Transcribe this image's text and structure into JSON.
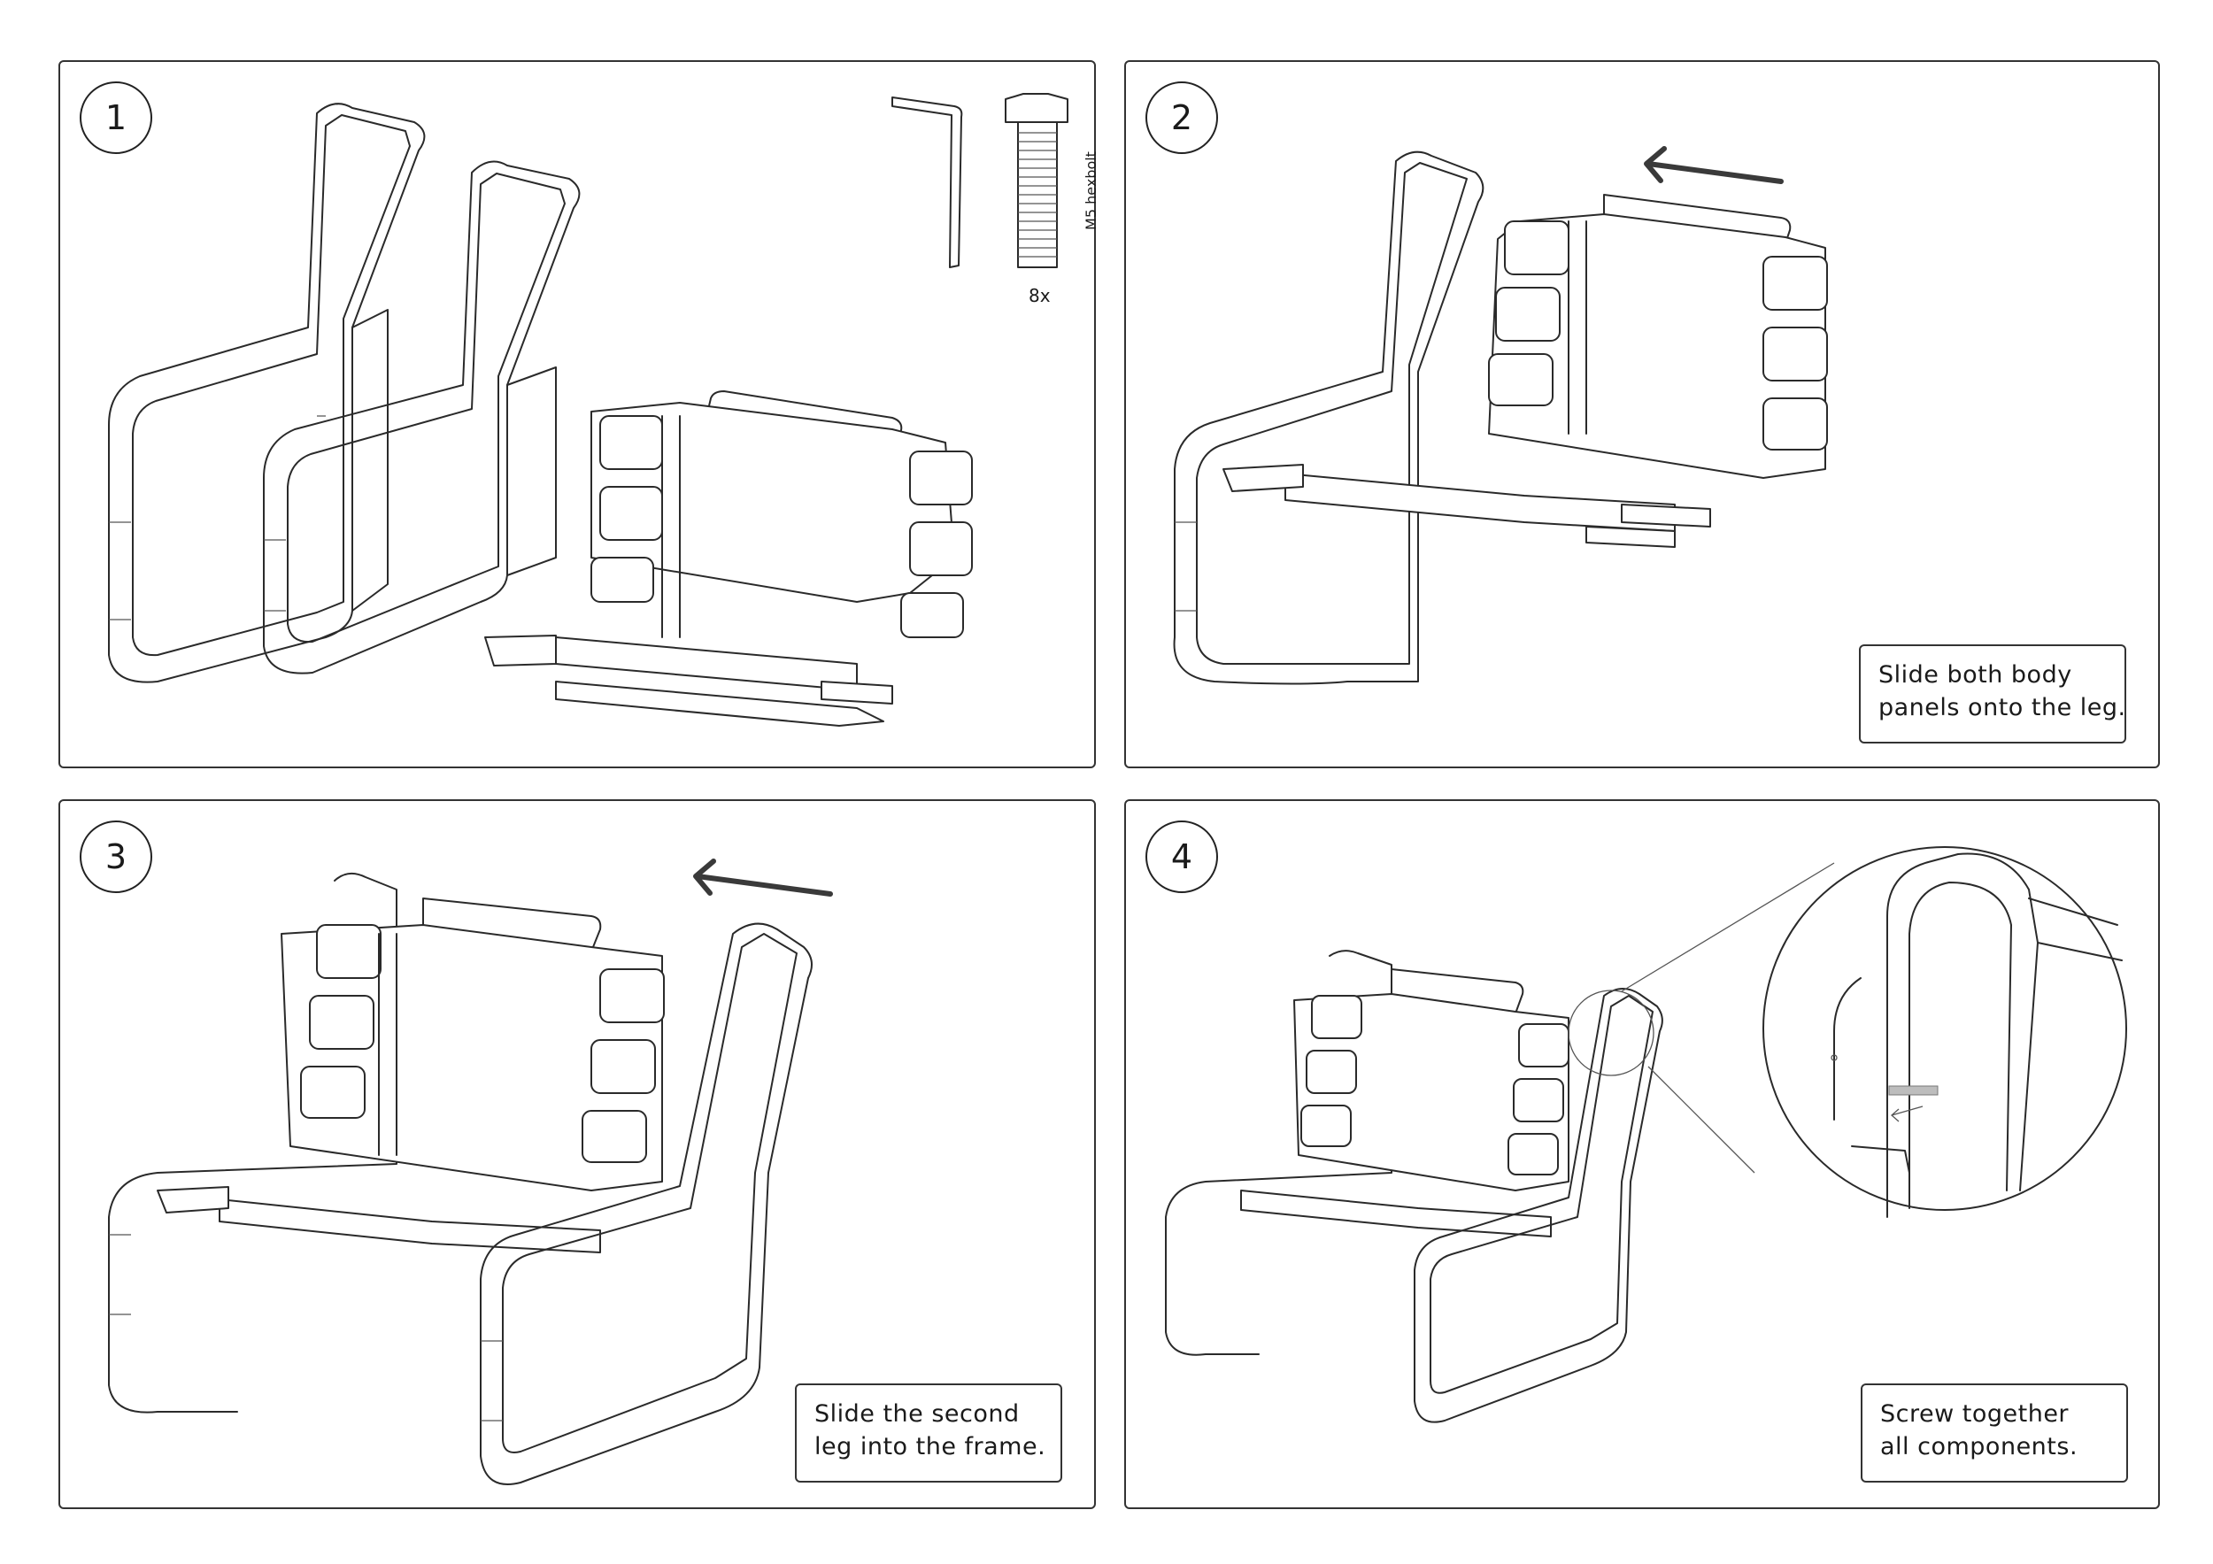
{
  "steps": [
    {
      "number": "1",
      "caption_lines": []
    },
    {
      "number": "2",
      "caption_lines": [
        "Slide both body",
        "panels onto the leg."
      ]
    },
    {
      "number": "3",
      "caption_lines": [
        "Slide the second",
        "leg into the frame."
      ]
    },
    {
      "number": "4",
      "caption_lines": [
        "Screw together",
        "all components."
      ]
    }
  ],
  "hardware": {
    "bolt_label": "M5 hexbolt",
    "quantity": "8x",
    "icons": [
      "allen-key-icon",
      "hexbolt-icon"
    ]
  },
  "colors": {
    "line": "#2a2a2a",
    "border": "#333333",
    "background": "#ffffff"
  }
}
